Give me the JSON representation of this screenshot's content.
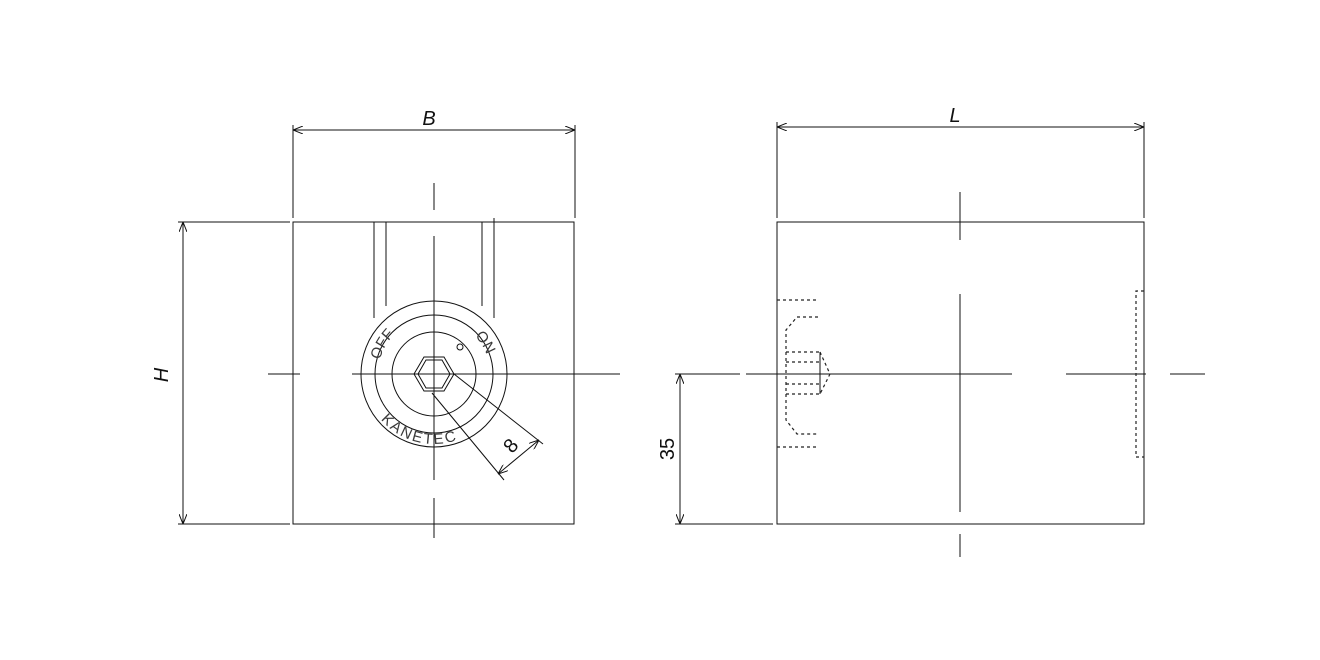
{
  "dimensions": {
    "width_label": "B",
    "height_label": "H",
    "length_label": "L",
    "center_height": "35",
    "hex_size": "8"
  },
  "knob": {
    "off_label": "OFF",
    "on_label": "ON",
    "brand": "KANETEC"
  }
}
